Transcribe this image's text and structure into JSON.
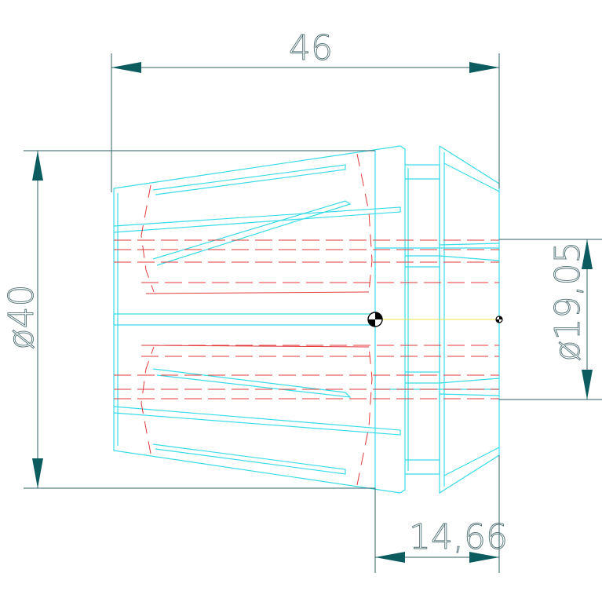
{
  "dimensions": {
    "length": "46",
    "diameter": "ø40",
    "inner_diameter": "ø19,05",
    "nose_length": "14,66"
  },
  "colors": {
    "outline": "#39dbe8",
    "hidden": "#e03a3a",
    "dimension": "#2f5f66",
    "arrowhead": "#0b5b5f",
    "axis": "#f0e04a"
  }
}
